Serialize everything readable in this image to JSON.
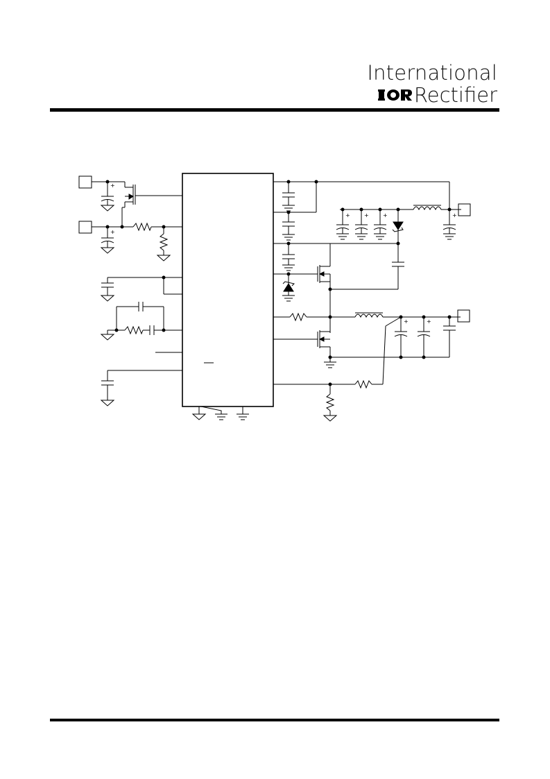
{
  "header": {
    "logo_line1": "International",
    "logo_brand_mark": "IOR",
    "logo_line2": "Rectifier"
  },
  "schematic": {
    "ic_block": "main controller IC (pins unlabeled at this resolution)",
    "input_terminals": 2,
    "output_terminals": 2,
    "icons": [
      "ior-logo-icon",
      "ground-icon",
      "capacitor-icon",
      "resistor-icon",
      "inductor-icon",
      "mosfet-icon",
      "diode-icon"
    ]
  }
}
